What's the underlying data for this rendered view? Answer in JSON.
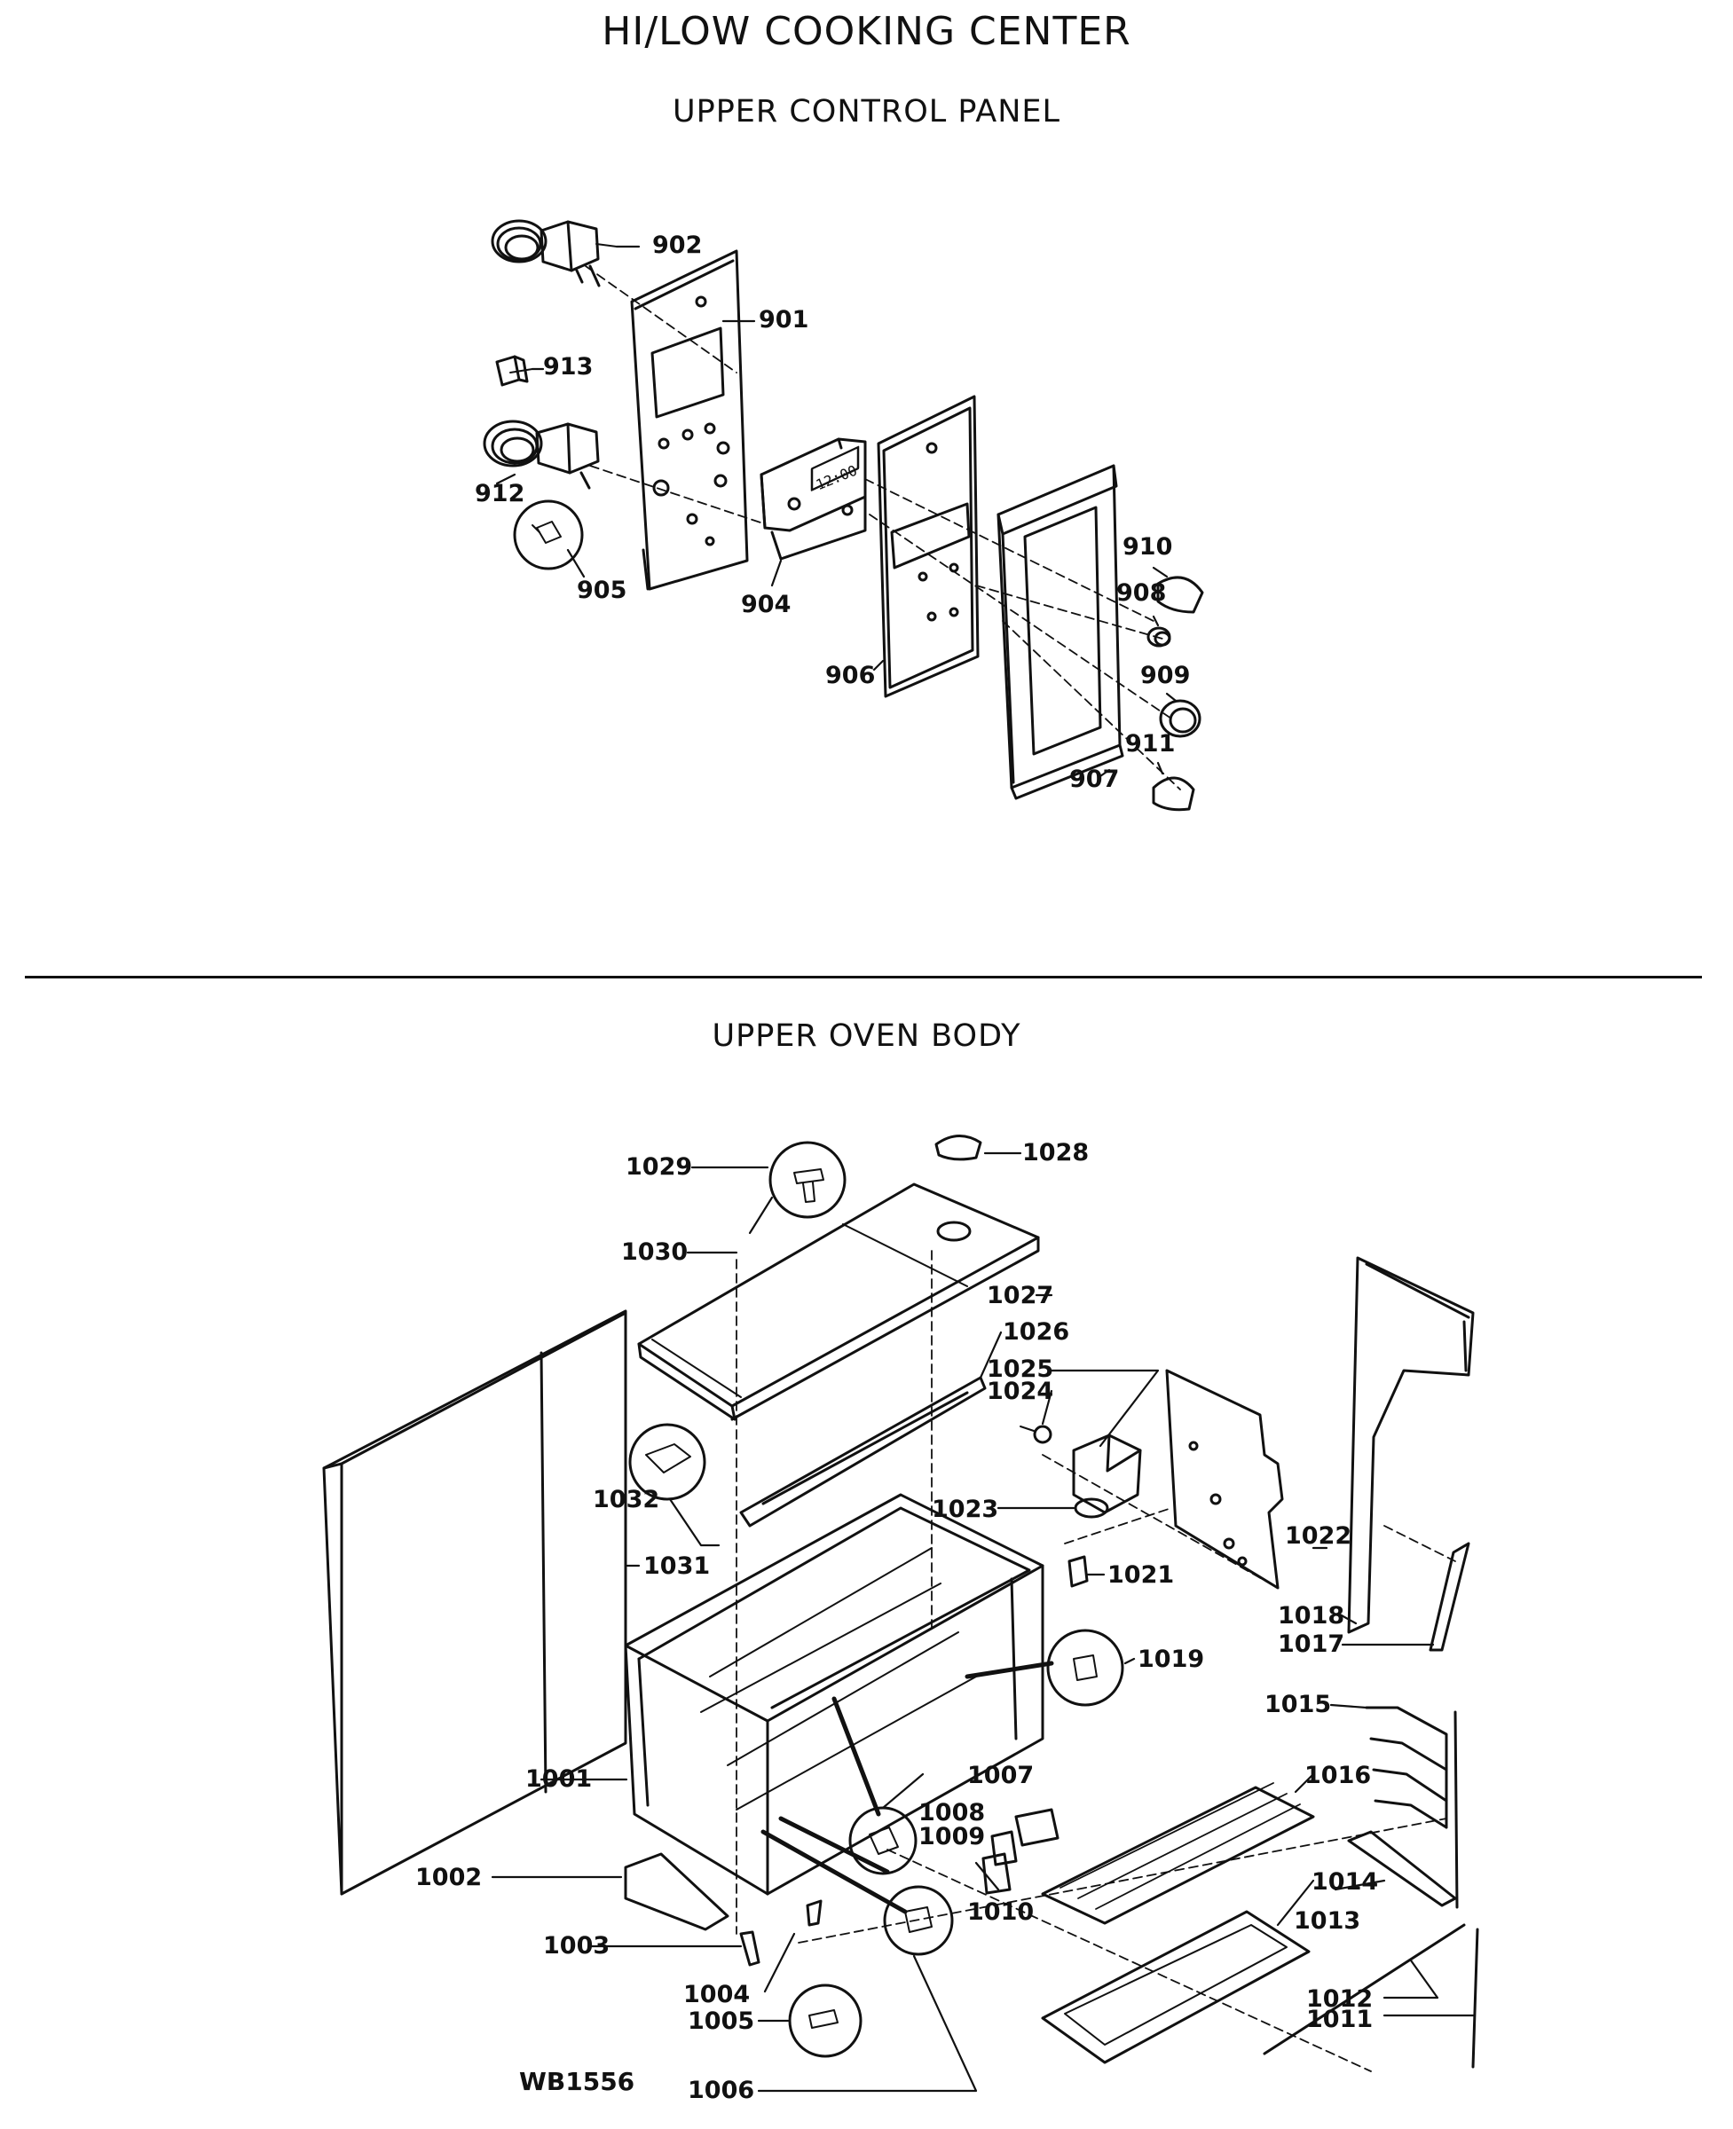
{
  "title": "HI/LOW COOKING CENTER",
  "section_upper_control": "UPPER CONTROL PANEL",
  "section_upper_oven": "UPPER OVEN BODY",
  "figure_code": "WB1556",
  "parts_upper_control": [
    "901",
    "902",
    "904",
    "905",
    "906",
    "907",
    "908",
    "909",
    "910",
    "911",
    "912",
    "913"
  ],
  "parts_upper_oven": [
    "1001",
    "1002",
    "1003",
    "1004",
    "1005",
    "1006",
    "1007",
    "1008",
    "1009",
    "1010",
    "1011",
    "1012",
    "1013",
    "1014",
    "1015",
    "1016",
    "1017",
    "1018",
    "1019",
    "1021",
    "1022",
    "1023",
    "1024",
    "1025",
    "1026",
    "1027",
    "1028",
    "1029",
    "1030",
    "1031",
    "1032"
  ],
  "clock_display": "12:00"
}
